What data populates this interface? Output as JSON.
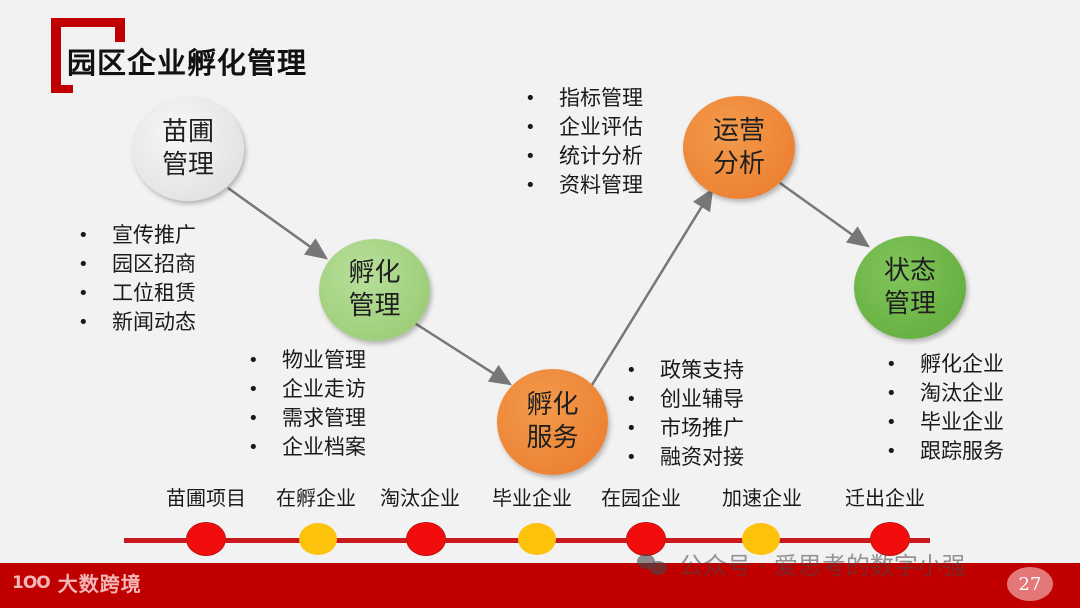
{
  "header": {
    "title": "园区企业孵化管理"
  },
  "nodes": [
    {
      "id": "nursery",
      "line1": "苗圃",
      "line2": "管理",
      "color": "#e0e0e0"
    },
    {
      "id": "incubation-mgmt",
      "line1": "孵化",
      "line2": "管理",
      "color": "#a6d486"
    },
    {
      "id": "incubation-service",
      "line1": "孵化",
      "line2": "服务",
      "color": "#ed8434"
    },
    {
      "id": "operation-analysis",
      "line1": "运营",
      "line2": "分析",
      "color": "#ed8434"
    },
    {
      "id": "status-mgmt",
      "line1": "状态",
      "line2": "管理",
      "color": "#6db447"
    }
  ],
  "lists": {
    "nursery": [
      "宣传推广",
      "园区招商",
      "工位租赁",
      "新闻动态"
    ],
    "incubation_mgmt": [
      "物业管理",
      "企业走访",
      "需求管理",
      "企业档案"
    ],
    "incubation_service": [
      "政策支持",
      "创业辅导",
      "市场推广",
      "融资对接"
    ],
    "operation_analysis": [
      "指标管理",
      "企业评估",
      "统计分析",
      "资料管理"
    ],
    "status_mgmt": [
      "孵化企业",
      "淘汰企业",
      "毕业企业",
      "跟踪服务"
    ]
  },
  "timeline": [
    {
      "label": "苗圃项目",
      "color": "red"
    },
    {
      "label": "在孵企业",
      "color": "yellow"
    },
    {
      "label": "淘汰企业",
      "color": "red"
    },
    {
      "label": "毕业企业",
      "color": "yellow"
    },
    {
      "label": "在园企业",
      "color": "red"
    },
    {
      "label": "加速企业",
      "color": "yellow"
    },
    {
      "label": "迁出企业",
      "color": "red"
    }
  ],
  "footer": {
    "logo_mark": "1OO",
    "logo_name": "大数跨境",
    "watermark": "公众号 · 爱思考的数字小强",
    "page_number": "27"
  },
  "colors": {
    "accent_red": "#c00000",
    "dot_red": "#f20d0d",
    "dot_yellow": "#fcc20c"
  }
}
